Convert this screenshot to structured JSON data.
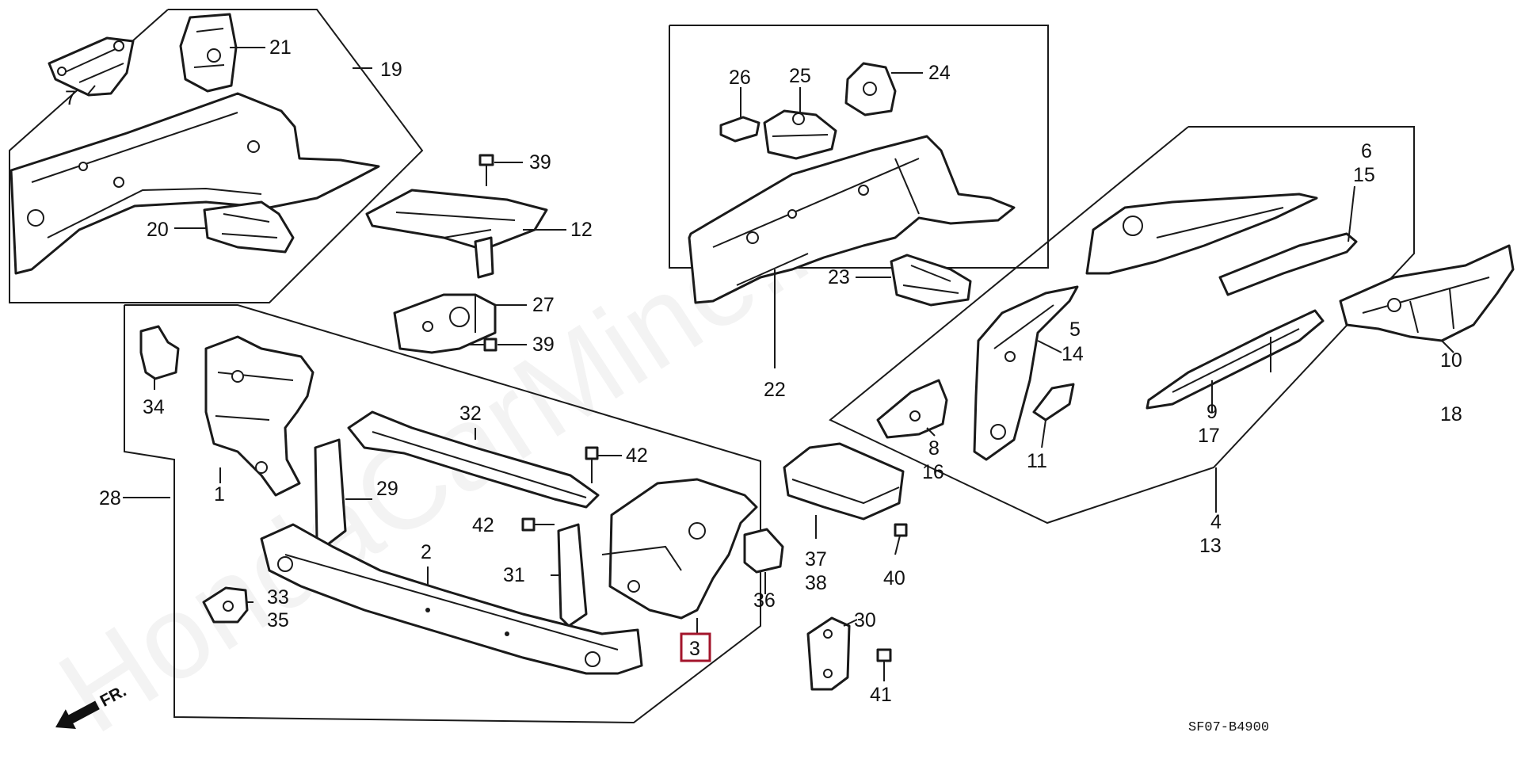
{
  "diagram": {
    "watermark": "HondaCarMine.ru",
    "diagram_code": "SF07-B4900",
    "direction_label": "FR.",
    "highlighted_part": "3",
    "labels": {
      "p1": "1",
      "p2": "2",
      "p3": "3",
      "p4": "4",
      "p5": "5",
      "p6": "6",
      "p7": "7",
      "p8": "8",
      "p9": "9",
      "p10": "10",
      "p11": "11",
      "p12": "12",
      "p13": "13",
      "p14": "14",
      "p15": "15",
      "p16": "16",
      "p17": "17",
      "p18": "18",
      "p19": "19",
      "p20": "20",
      "p21": "21",
      "p22": "22",
      "p23": "23",
      "p24": "24",
      "p25": "25",
      "p26": "26",
      "p27": "27",
      "p28": "28",
      "p29": "29",
      "p30": "30",
      "p31": "31",
      "p32": "32",
      "p33": "33",
      "p34": "34",
      "p35": "35",
      "p36": "36",
      "p37": "37",
      "p38": "38",
      "p39a": "39",
      "p39b": "39",
      "p40": "40",
      "p41": "41",
      "p42a": "42",
      "p42b": "42"
    }
  }
}
